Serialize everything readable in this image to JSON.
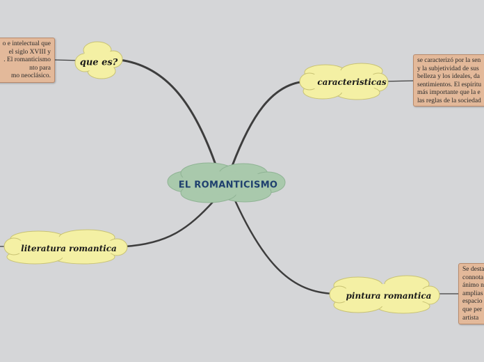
{
  "central": {
    "label": "EL ROMANTICISMO"
  },
  "topics": {
    "que_es": {
      "label": "que es?"
    },
    "caracteristicas": {
      "label": "caracteristicas"
    },
    "literatura": {
      "label": "literatura romantica"
    },
    "pintura": {
      "label": "pintura romantica"
    }
  },
  "notes": {
    "que_es": "o e intelectual que\nel siglo XVIII y\n. El romanticismo\nnto para\nmo neoclásico.",
    "caracteristicas": "se caracterizó por la sen\ny la subjetividad de sus\nbelleza y los ideales, da\nsentimientos. El espíritu\nmás importante que la e\nlas reglas de la sociedad",
    "pintura": "Se desta\nconnota\nánimo n\namplias\nespacio\nque per\nartista"
  },
  "colors": {
    "background": "#d5d6d8",
    "central_fill": "#a9c9ac",
    "topic_fill": "#f4f0a4",
    "note_fill": "#e3b99a",
    "connector": "#3d3d3d"
  }
}
